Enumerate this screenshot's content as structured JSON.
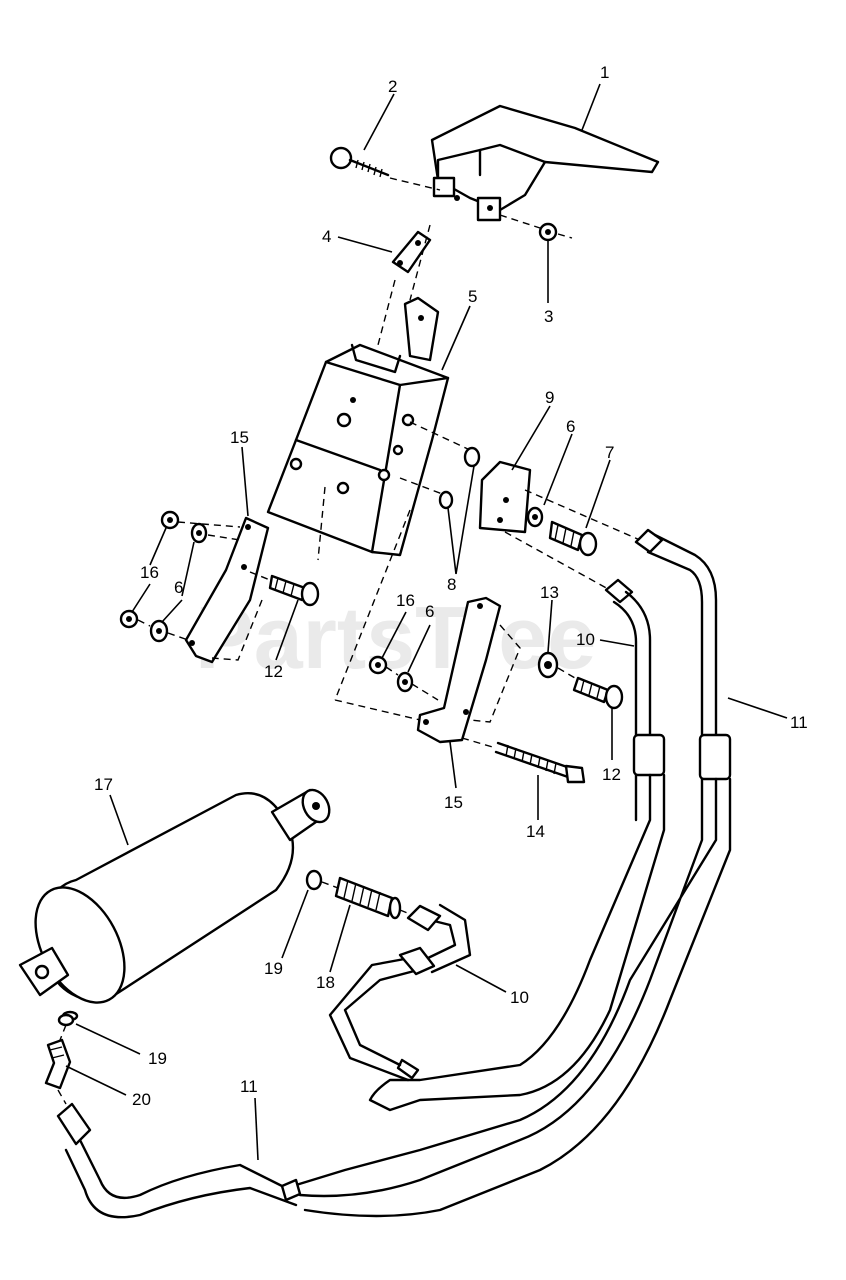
{
  "watermark": "PartsTree",
  "callouts": {
    "c1": "1",
    "c2": "2",
    "c3": "3",
    "c4": "4",
    "c5": "5",
    "c6a": "6",
    "c6b": "6",
    "c6c": "6",
    "c7": "7",
    "c8": "8",
    "c9": "9",
    "c10a": "10",
    "c10b": "10",
    "c11a": "11",
    "c11b": "11",
    "c12a": "12",
    "c12b": "12",
    "c13": "13",
    "c14": "14",
    "c15a": "15",
    "c15b": "15",
    "c16a": "16",
    "c16b": "16",
    "c17": "17",
    "c18": "18",
    "c19a": "19",
    "c19b": "19",
    "c20": "20"
  }
}
